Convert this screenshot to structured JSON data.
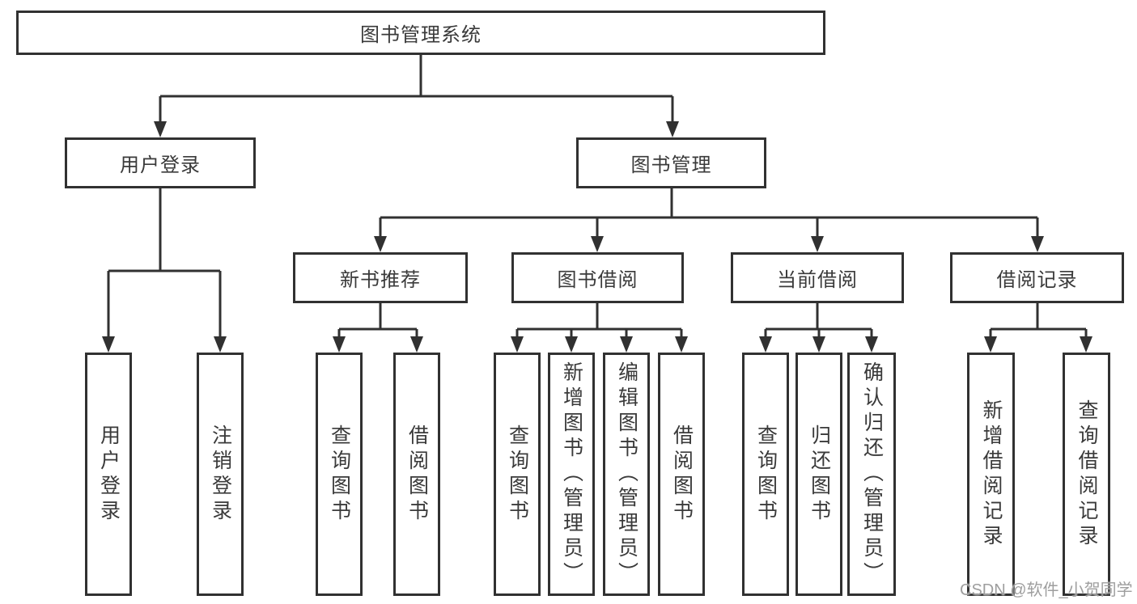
{
  "diagram": {
    "root": {
      "label": "图书管理系统"
    },
    "branches": [
      {
        "label": "用户登录",
        "children": [
          {
            "label": "用户登录"
          },
          {
            "label": "注销登录"
          }
        ]
      },
      {
        "label": "图书管理",
        "children": [
          {
            "label": "新书推荐",
            "children": [
              {
                "label": "查询图书"
              },
              {
                "label": "借阅图书"
              }
            ]
          },
          {
            "label": "图书借阅",
            "children": [
              {
                "label": "查询图书"
              },
              {
                "label": "新增图书（管理员）"
              },
              {
                "label": "编辑图书（管理员）"
              },
              {
                "label": "借阅图书"
              }
            ]
          },
          {
            "label": "当前借阅",
            "children": [
              {
                "label": "查询图书"
              },
              {
                "label": "归还图书"
              },
              {
                "label": "确认归还（管理员）"
              }
            ]
          },
          {
            "label": "借阅记录",
            "children": [
              {
                "label": "新增借阅记录"
              },
              {
                "label": "查询借阅记录"
              }
            ]
          }
        ]
      }
    ]
  },
  "watermark": {
    "text": "CSDN @软件_小贺同学"
  },
  "colors": {
    "line": "#313131",
    "box_border": "#313131",
    "box_background": "#ffffff",
    "text": "#3a3a3a",
    "watermark": "#9e9e9e"
  }
}
